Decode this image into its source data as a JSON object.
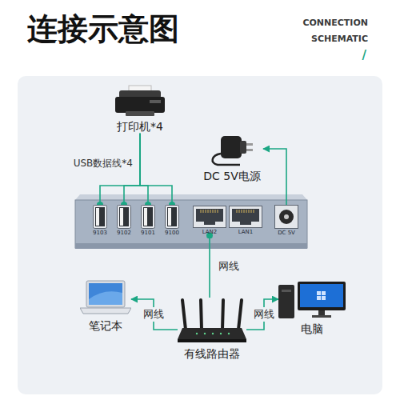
{
  "diagram": {
    "title": "连接示意图",
    "nodes": [
      {
        "text": [
          "打印机*4"
        ]
      },
      {
        "text": [
          "DC 5V电源"
        ]
      },
      {
        "text": [
          "9103"
        ]
      },
      {
        "text": [
          "9102"
        ]
      },
      {
        "text": [
          "9101"
        ]
      },
      {
        "text": [
          "9100"
        ]
      },
      {
        "text": [
          "LAN2"
        ]
      },
      {
        "text": [
          "LAN1"
        ]
      },
      {
        "text": [
          "DC 5V"
        ]
      },
      {
        "text": [
          "笔记本"
        ]
      },
      {
        "text": [
          "有线路由器"
        ]
      },
      {
        "text": [
          "电脑"
        ]
      }
    ],
    "edges": [
      {
        "from": 0,
        "to": 2,
        "arrow": "none"
      },
      {
        "from": 0,
        "to": 3,
        "arrow": "none"
      },
      {
        "from": 0,
        "to": 4,
        "arrow": "none"
      },
      {
        "from": 0,
        "to": 5,
        "arrow": "none"
      },
      {
        "from": 8,
        "to": 1,
        "arrow": "to"
      },
      {
        "from": 10,
        "to": 6,
        "label": "网线",
        "arrow": "none"
      },
      {
        "from": 10,
        "to": 9,
        "label": "网线",
        "arrow": "to"
      },
      {
        "from": 10,
        "to": 11,
        "label": "网线",
        "arrow": "to"
      }
    ],
    "labels": [
      "CONNECTION",
      "SCHEMATIC",
      "/",
      "USB数据线*4"
    ]
  }
}
